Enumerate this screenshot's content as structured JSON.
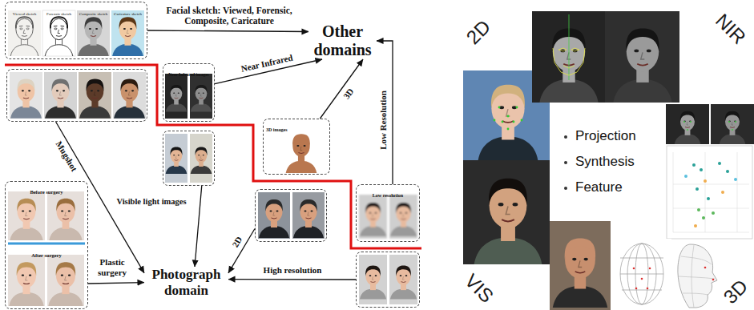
{
  "diagram": {
    "nodes": [
      {
        "text": [
          "Viewed sketch",
          "Forensic sketch",
          "Composite sketch",
          "Caricature sketch"
        ]
      },
      {
        "text": [
          "Other domains"
        ]
      },
      {
        "text": []
      },
      {
        "text": [
          "Near Infrared images"
        ]
      },
      {
        "text": []
      },
      {
        "text": [
          "3D images"
        ]
      },
      {
        "text": []
      },
      {
        "text": [
          "Low resolution"
        ]
      },
      {
        "text": []
      },
      {
        "text": [
          "Before surgery",
          "After surgery"
        ]
      },
      {
        "text": [
          "Photograph domain"
        ]
      },
      {
        "text": [
          "Projection",
          "Synthesis",
          "Feature"
        ]
      }
    ],
    "edges": [
      {
        "from": 0,
        "to": 1,
        "arrow": "to",
        "label": "Facial sketch: Viewed, Forensic, Composite, Caricature"
      },
      {
        "from": 3,
        "to": 1,
        "arrow": "to",
        "label": "Near Infrared"
      },
      {
        "from": 5,
        "to": 1,
        "arrow": "to",
        "label": "3D"
      },
      {
        "from": 7,
        "to": 1,
        "arrow": "to",
        "label": "Low Resolution"
      },
      {
        "from": 2,
        "to": 10,
        "arrow": "to",
        "label": "Mugshot"
      },
      {
        "from": 4,
        "to": 10,
        "arrow": "to",
        "label": "Visible light images"
      },
      {
        "from": 6,
        "to": 10,
        "arrow": "to",
        "label": "2D"
      },
      {
        "from": 8,
        "to": 10,
        "arrow": "to",
        "label": "High resolution"
      },
      {
        "from": 9,
        "to": 10,
        "arrow": "to",
        "label": "Plastic surgery"
      }
    ],
    "labels": [
      "2D",
      "NIR",
      "VIS",
      "3D"
    ]
  }
}
